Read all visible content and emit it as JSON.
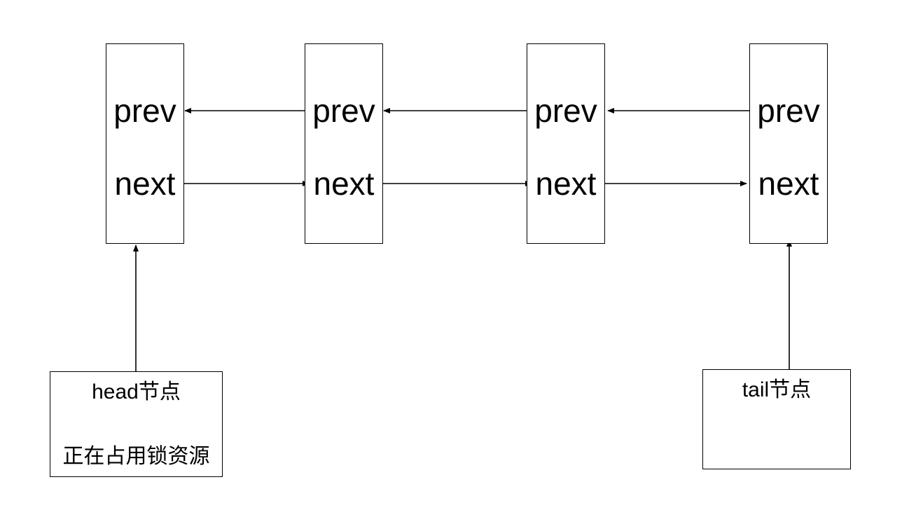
{
  "nodes": [
    {
      "prev_label": "prev",
      "next_label": "next"
    },
    {
      "prev_label": "prev",
      "next_label": "next"
    },
    {
      "prev_label": "prev",
      "next_label": "next"
    },
    {
      "prev_label": "prev",
      "next_label": "next"
    }
  ],
  "head": {
    "title": "head节点",
    "description": "正在占用锁资源"
  },
  "tail": {
    "title": "tail节点"
  },
  "colors": {
    "line": "#000000",
    "background": "#ffffff"
  }
}
